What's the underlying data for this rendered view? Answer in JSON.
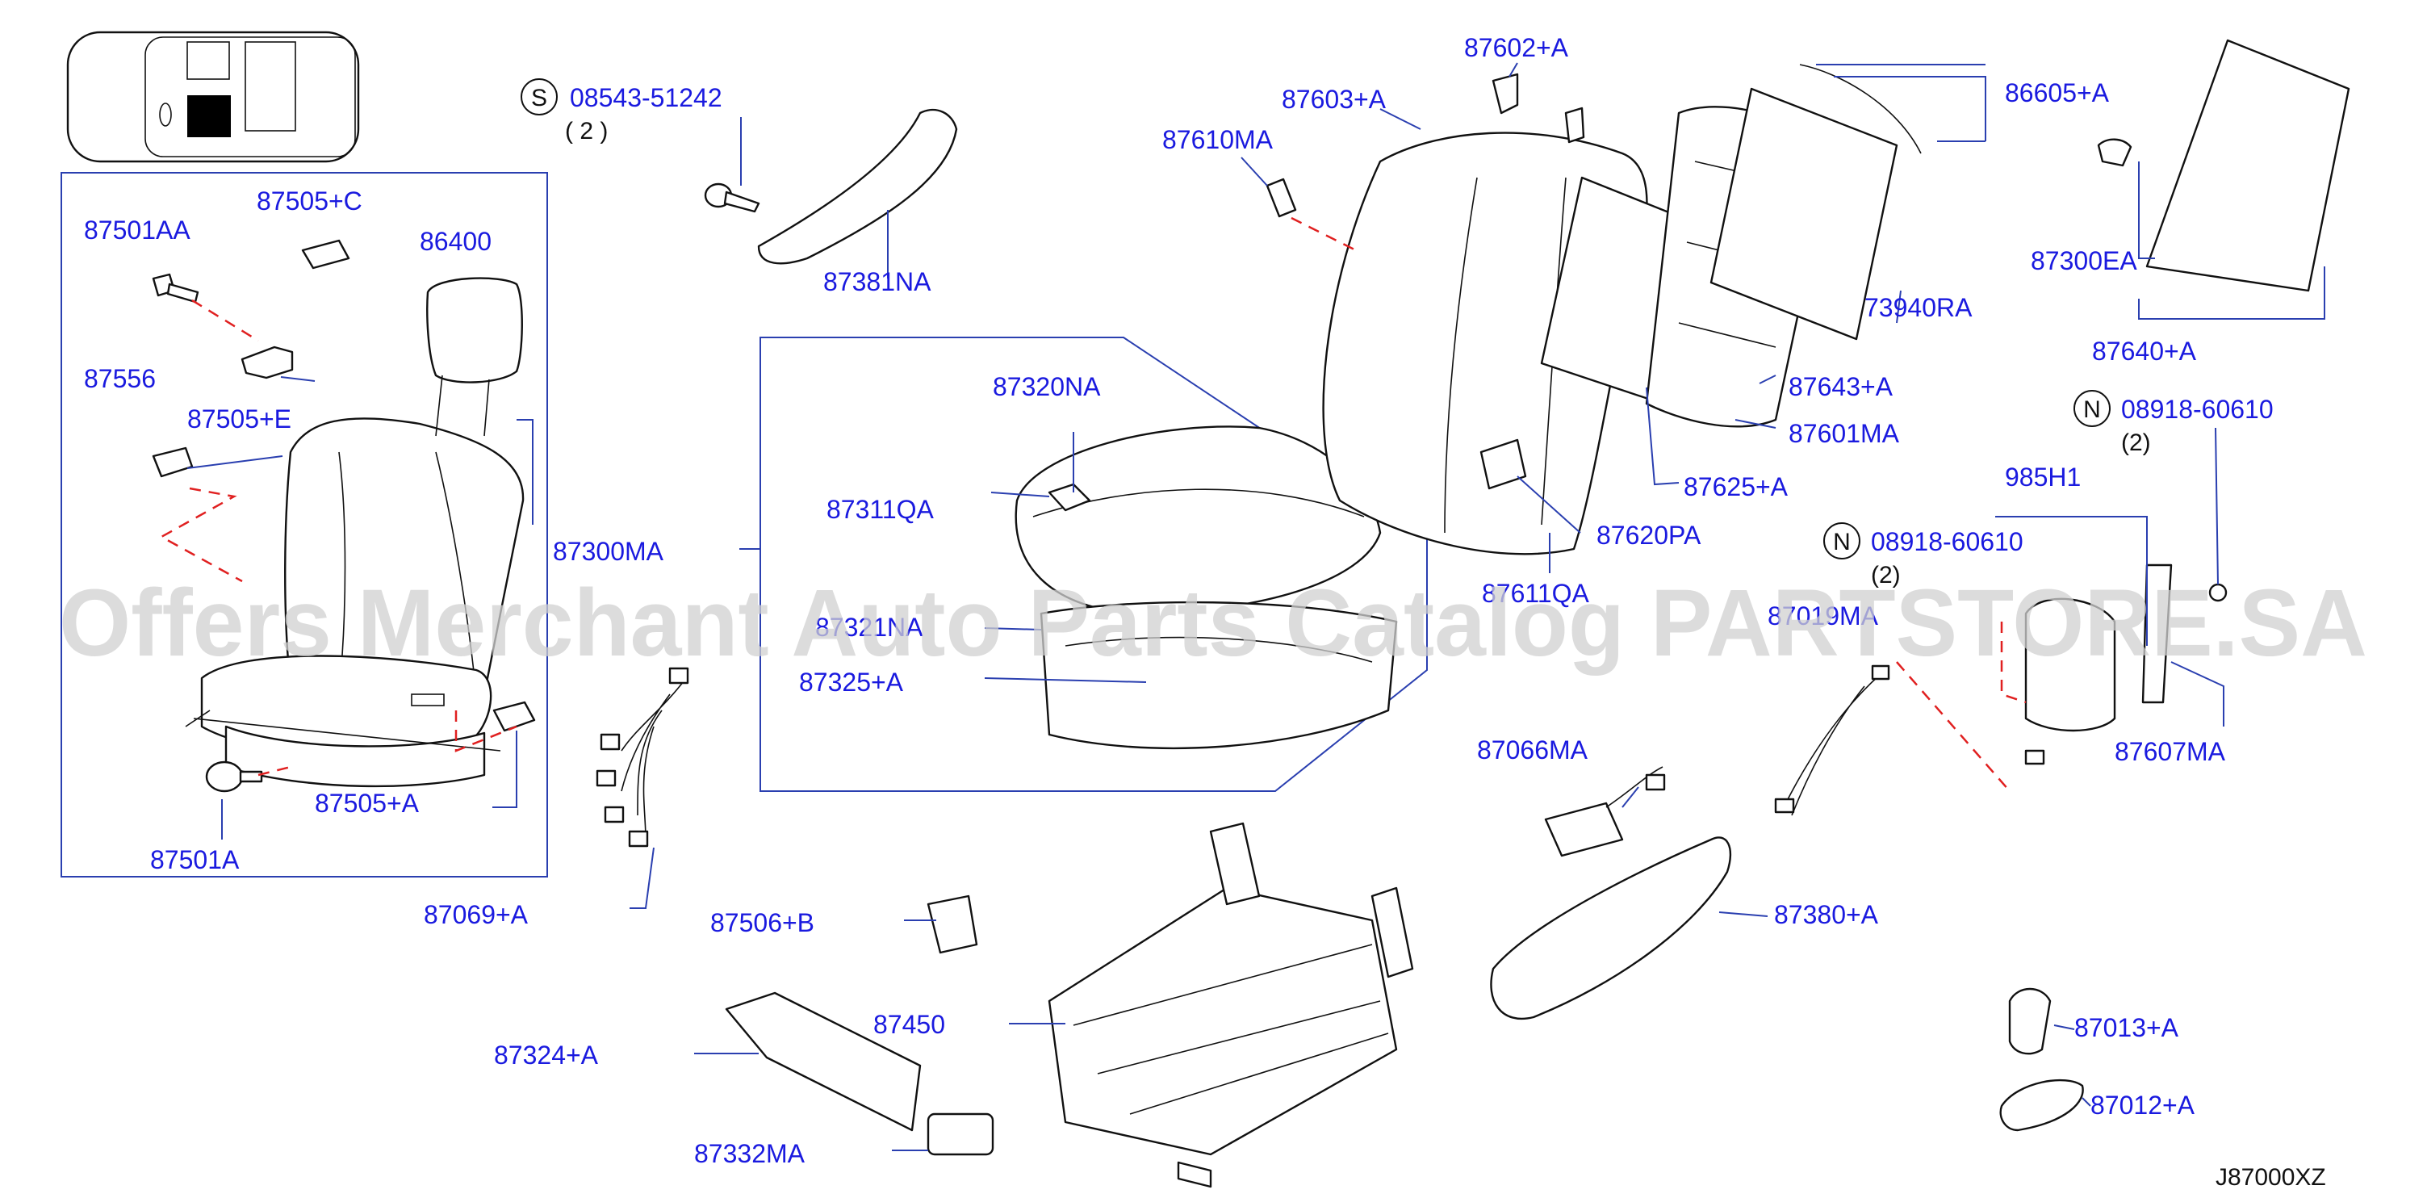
{
  "watermark": "Offers Merchant Auto Parts Catalog PARTSTORE.SA",
  "diagram_code": "J87000XZ",
  "labels": {
    "p87501AA": "87501AA",
    "p87505C": "87505+C",
    "p86400": "86400",
    "p87556": "87556",
    "p87505E": "87505+E",
    "p87505A": "87505+A",
    "p87501A": "87501A",
    "p08543": "08543-51242",
    "p08543qty": "( 2 )",
    "p87381NA": "87381NA",
    "p87300MA": "87300MA",
    "p87320NA": "87320NA",
    "p87311QA": "87311QA",
    "p87321NA": "87321NA",
    "p87325A": "87325+A",
    "p87069A": "87069+A",
    "p87506B": "87506+B",
    "p87450": "87450",
    "p87324A": "87324+A",
    "p87332MA": "87332MA",
    "p87610MA": "87610MA",
    "p87603A": "87603+A",
    "p87602A": "87602+A",
    "p86605A": "86605+A",
    "p73940RA": "73940RA",
    "p87643A": "87643+A",
    "p87601MA": "87601MA",
    "p87625A": "87625+A",
    "p87620PA": "87620PA",
    "p87611QA": "87611QA",
    "p87300EA": "87300EA",
    "p87640A": "87640+A",
    "p08918a": "08918-60610",
    "p08918aqty": "(2)",
    "p985H1": "985H1",
    "p08918b": "08918-60610",
    "p08918bqty": "(2)",
    "p87019MA": "87019MA",
    "p87607MA": "87607MA",
    "p87066MA": "87066MA",
    "p87380A": "87380+A",
    "p87013A": "87013+A",
    "p87012A": "87012+A"
  },
  "markers": {
    "s": "S",
    "n1": "N",
    "n2": "N"
  }
}
